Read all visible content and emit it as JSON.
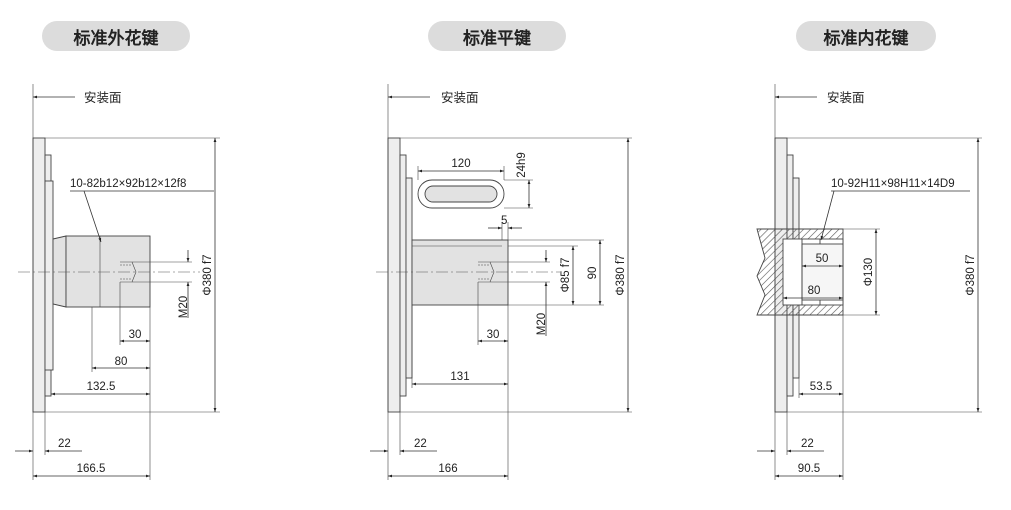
{
  "colors": {
    "flange": "#eeeeee",
    "shaft": "#e2e2e2",
    "hatch": "#555555",
    "pill": "#dcdcdc"
  },
  "panels": [
    {
      "title": "标准外花键",
      "mount_label": "安装面",
      "spline_spec": "10-82b12×92b12×12f8",
      "dim_diameter": "Φ380 f7",
      "dim_thread": "M20",
      "dim_30": "30",
      "dim_80": "80",
      "dim_132_5": "132.5",
      "dim_22": "22",
      "dim_total": "166.5"
    },
    {
      "title": "标准平键",
      "mount_label": "安装面",
      "dim_key_len": "120",
      "dim_key_h": "24h9",
      "dim_5": "5",
      "dim_shaft_dia": "Φ85 f7",
      "dim_90": "90",
      "dim_diameter": "Φ380 f7",
      "dim_thread": "M20",
      "dim_30": "30",
      "dim_131": "131",
      "dim_22": "22",
      "dim_total": "166"
    },
    {
      "title": "标准内花键",
      "mount_label": "安装面",
      "spline_spec": "10-92H11×98H11×14D9",
      "dim_50": "50",
      "dim_80": "80",
      "dim_bore": "Φ130",
      "dim_diameter": "Φ380 f7",
      "dim_53_5": "53.5",
      "dim_22": "22",
      "dim_total": "90.5"
    }
  ]
}
